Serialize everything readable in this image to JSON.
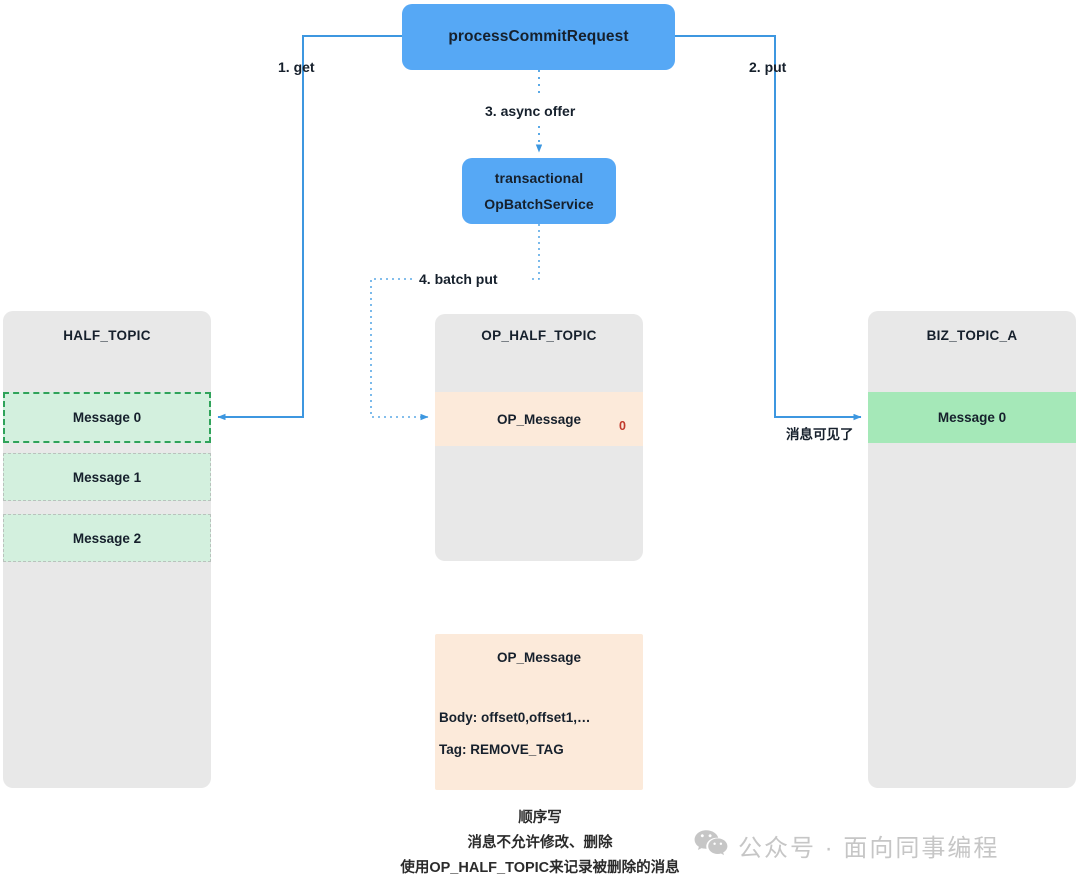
{
  "diagram": {
    "nodes": {
      "process_commit": {
        "label": "processCommitRequest"
      },
      "op_batch_service": {
        "line1": "transactional",
        "line2": "OpBatchService"
      }
    },
    "edges": [
      {
        "id": "get",
        "label": "1. get",
        "style": "solid",
        "color": "#3d97e0"
      },
      {
        "id": "put",
        "label": "2. put",
        "style": "solid",
        "color": "#3d97e0"
      },
      {
        "id": "async_offer",
        "label": "3. async offer",
        "style": "dotted",
        "color": "#5aa9e6"
      },
      {
        "id": "batch_put",
        "label": "4. batch put",
        "style": "dotted",
        "color": "#5aa9e6"
      },
      {
        "id": "visible",
        "label": "消息可见了",
        "style": "solid",
        "color": "#3d97e0"
      }
    ],
    "topics": [
      {
        "id": "half_topic",
        "title": "HALF_TOPIC",
        "rows": [
          {
            "label": "Message 0",
            "highlight": "green-dashed"
          },
          {
            "label": "Message 1",
            "highlight": "green-soft"
          },
          {
            "label": "Message 2",
            "highlight": "green-soft"
          }
        ]
      },
      {
        "id": "op_half_topic",
        "title": "OP_HALF_TOPIC",
        "rows": [
          {
            "label": "OP_Message",
            "index": "0",
            "highlight": "peach"
          }
        ]
      },
      {
        "id": "biz_topic_a",
        "title": "BIZ_TOPIC_A",
        "rows": [
          {
            "label": "Message 0",
            "highlight": "green-solid"
          }
        ]
      }
    ],
    "detail_card": {
      "title": "OP_Message",
      "body_line": "Body: offset0,offset1,…",
      "tag_line": "Tag: REMOVE_TAG"
    },
    "caption": [
      "顺序写",
      "消息不允许修改、删除",
      "使用OP_HALF_TOPIC来记录被删除的消息"
    ],
    "watermark": {
      "icon": "wechat-icon",
      "text": "公众号 · 面向同事编程"
    },
    "colors": {
      "node_blue": "#56a8f5",
      "topic_gray": "#e8e8e8",
      "green_light": "#d3f0de",
      "green_solid": "#a5e8b8",
      "green_border": "#2fa35a",
      "peach": "#fceada",
      "arrow_blue": "#3d97e0",
      "index_red": "#c0392b"
    }
  }
}
